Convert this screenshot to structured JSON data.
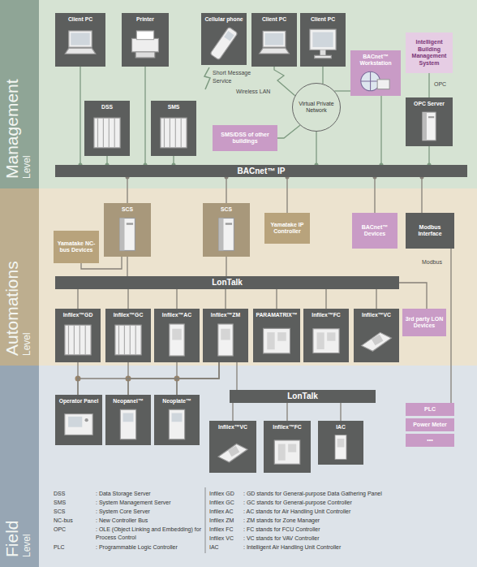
{
  "diagram": {
    "nodes": [
      {
        "text": [
          "Management",
          "Level"
        ]
      },
      {
        "text": [
          "Client PC"
        ],
        "in": 0
      },
      {
        "text": [
          "Printer"
        ],
        "in": 0
      },
      {
        "text": [
          "Cellular phone"
        ],
        "in": 0
      },
      {
        "text": [
          "Client PC"
        ],
        "in": 0
      },
      {
        "text": [
          "Client PC"
        ],
        "in": 0
      },
      {
        "text": [
          "Intelligent Building Management System"
        ],
        "in": 0
      },
      {
        "text": [
          "BACnet™ Workstation"
        ],
        "in": 0
      },
      {
        "text": [
          "Virtual Private Network"
        ],
        "in": 0
      },
      {
        "text": [
          "DSS"
        ],
        "in": 0
      },
      {
        "text": [
          "SMS"
        ],
        "in": 0
      },
      {
        "text": [
          "SMS/DSS of other buildings"
        ],
        "in": 0
      },
      {
        "text": [
          "OPC Server"
        ],
        "in": 0
      },
      {
        "text": [
          "BACnet™ IP"
        ],
        "in": 0
      },
      {
        "text": [
          "Automations",
          "Level"
        ]
      },
      {
        "text": [
          "SCS"
        ],
        "in": 14
      },
      {
        "text": [
          "SCS"
        ],
        "in": 14
      },
      {
        "text": [
          "Yamatake IP Controller"
        ],
        "in": 14
      },
      {
        "text": [
          "BACnet™ Devices"
        ],
        "in": 14
      },
      {
        "text": [
          "Modbus Interface"
        ],
        "in": 14
      },
      {
        "text": [
          "Yamatake NC-bus Devices"
        ],
        "in": 14
      },
      {
        "text": [
          "LonTalk"
        ],
        "in": 14
      },
      {
        "text": [
          "Infilex™GD"
        ],
        "in": 14
      },
      {
        "text": [
          "Infilex™GC"
        ],
        "in": 14
      },
      {
        "text": [
          "Infilex™AC"
        ],
        "in": 14
      },
      {
        "text": [
          "Infilex™ZM"
        ],
        "in": 14
      },
      {
        "text": [
          "PARAMATRIX™"
        ],
        "in": 14
      },
      {
        "text": [
          "Infilex™FC"
        ],
        "in": 14
      },
      {
        "text": [
          "Infilex™VC"
        ],
        "in": 14
      },
      {
        "text": [
          "3rd party LON Devices"
        ],
        "in": 14
      },
      {
        "text": [
          "Field",
          "Level"
        ]
      },
      {
        "text": [
          "LonTalk"
        ],
        "in": 30
      },
      {
        "text": [
          "Operator Panel"
        ],
        "in": 30
      },
      {
        "text": [
          "Neopanel™"
        ],
        "in": 30
      },
      {
        "text": [
          "Neoplate™"
        ],
        "in": 30
      },
      {
        "text": [
          "PLC"
        ],
        "in": 30
      },
      {
        "text": [
          "Power Meter"
        ],
        "in": 30
      },
      {
        "text": [
          "•••"
        ],
        "in": 30
      },
      {
        "text": [
          "Infilex™VC"
        ],
        "in": 30
      },
      {
        "text": [
          "Infilex™FC"
        ],
        "in": 30
      },
      {
        "text": [
          "IAC"
        ],
        "in": 30
      }
    ],
    "edges": [
      {
        "from": 1,
        "to": 13,
        "arrow": "none"
      },
      {
        "from": 2,
        "to": 13,
        "arrow": "none"
      },
      {
        "from": 9,
        "to": 13,
        "arrow": "none"
      },
      {
        "from": 10,
        "to": 13,
        "arrow": "none"
      },
      {
        "from": 5,
        "to": 8,
        "arrow": "none"
      },
      {
        "from": 4,
        "to": 8,
        "label": "Wireless LAN",
        "arrow": "none"
      },
      {
        "from": 8,
        "to": 7,
        "arrow": "none"
      },
      {
        "from": 11,
        "to": 8,
        "arrow": "none"
      },
      {
        "from": 8,
        "to": 13,
        "arrow": "none"
      },
      {
        "from": 7,
        "to": 13,
        "arrow": "none"
      },
      {
        "from": 6,
        "to": 12,
        "label": "OPC",
        "arrow": "none"
      },
      {
        "from": 12,
        "to": 13,
        "arrow": "none"
      },
      {
        "from": 15,
        "to": 13,
        "arrow": "none"
      },
      {
        "from": 16,
        "to": 13,
        "arrow": "none"
      },
      {
        "from": 17,
        "to": 13,
        "arrow": "none"
      },
      {
        "from": 18,
        "to": 13,
        "arrow": "none"
      },
      {
        "from": 19,
        "to": 13,
        "arrow": "none"
      },
      {
        "from": 15,
        "to": 21,
        "arrow": "none"
      },
      {
        "from": 16,
        "to": 21,
        "arrow": "none"
      },
      {
        "from": 15,
        "to": 20,
        "arrow": "none"
      },
      {
        "from": 21,
        "to": 22,
        "arrow": "none"
      },
      {
        "from": 21,
        "to": 23,
        "arrow": "none"
      },
      {
        "from": 21,
        "to": 24,
        "arrow": "none"
      },
      {
        "from": 21,
        "to": 25,
        "arrow": "none"
      },
      {
        "from": 21,
        "to": 26,
        "arrow": "none"
      },
      {
        "from": 21,
        "to": 27,
        "arrow": "none"
      },
      {
        "from": 21,
        "to": 28,
        "arrow": "none"
      },
      {
        "from": 21,
        "to": 29,
        "arrow": "none"
      },
      {
        "from": 19,
        "to": 35,
        "label": "Modbus",
        "arrow": "none"
      },
      {
        "from": 22,
        "to": 32,
        "arrow": "none"
      },
      {
        "from": 23,
        "to": 33,
        "arrow": "none"
      },
      {
        "from": 24,
        "to": 34,
        "arrow": "none"
      },
      {
        "from": 25,
        "to": 32,
        "arrow": "none"
      },
      {
        "from": 25,
        "to": 33,
        "arrow": "none"
      },
      {
        "from": 25,
        "to": 34,
        "arrow": "none"
      },
      {
        "from": 25,
        "to": 31,
        "arrow": "none"
      },
      {
        "from": 31,
        "to": 38,
        "arrow": "none"
      },
      {
        "from": 31,
        "to": 39,
        "arrow": "none"
      },
      {
        "from": 31,
        "to": 40,
        "arrow": "none"
      }
    ],
    "labels": [
      "Short Message Service",
      "DSS",
      ": Data Storage Server",
      "SMS",
      ": System Management Server",
      "SCS",
      ": System Core Server",
      "NC-bus",
      ": New Controller Bus",
      "OPC",
      ": OLE (Object Linking and Embedding) for Process Control",
      "PLC",
      ": Programmable Logic Controller",
      "Infilex GD",
      ": GD stands for General-purpose Data Gathering Panel",
      "Infilex GC",
      ": GC stands for General-purpose Controller",
      "Infilex AC",
      ": AC stands for Air Handling Unit Controller",
      "Infilex ZM",
      ": ZM stands for Zone Manager",
      "Infilex FC",
      ": FC stands for FCU Controller",
      "Infilex VC",
      ": VC stands for VAV Controller",
      "IAC",
      ": Intelligent Air Handling Unit Controller"
    ]
  }
}
